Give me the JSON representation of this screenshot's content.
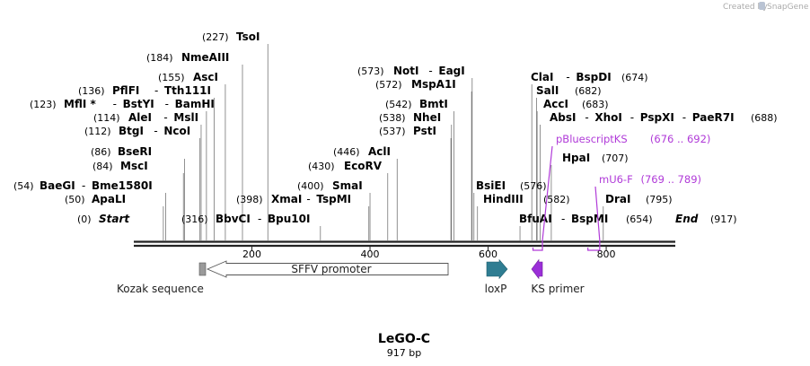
{
  "credit": {
    "text": "Created by",
    "brand": "SnapGene"
  },
  "title": "LeGO-C",
  "length": "917 bp",
  "seq_length": 917,
  "colors": {
    "primer": "#b03ad8",
    "loxp": "#2f7d92",
    "ks_primer": "#9b2fd8",
    "kozak": "#9a9a9a",
    "backbone": "#222222"
  },
  "ticks": [
    "200",
    "400",
    "600",
    "800"
  ],
  "tick_positions": [
    200,
    400,
    600,
    800
  ],
  "sites": [
    {
      "id": "start",
      "pos": 0,
      "num": "(0)",
      "names": [
        "Start"
      ],
      "italic": true
    },
    {
      "id": "apali",
      "pos": 50,
      "num": "(50)",
      "names": [
        "ApaLI"
      ]
    },
    {
      "id": "baegi",
      "pos": 54,
      "num": "(54)",
      "names": [
        "BaeGI",
        "Bme1580I"
      ]
    },
    {
      "id": "msci",
      "pos": 84,
      "num": "(84)",
      "names": [
        "MscI"
      ]
    },
    {
      "id": "bseri",
      "pos": 86,
      "num": "(86)",
      "names": [
        "BseRI"
      ]
    },
    {
      "id": "btgi",
      "pos": 112,
      "num": "(112)",
      "names": [
        "BtgI",
        "NcoI"
      ]
    },
    {
      "id": "alei",
      "pos": 114,
      "num": "(114)",
      "names": [
        "AleI",
        "MslI"
      ]
    },
    {
      "id": "mfli",
      "pos": 123,
      "num": "(123)",
      "names": [
        "MflI *",
        "BstYI",
        "BamHI"
      ]
    },
    {
      "id": "pflfi",
      "pos": 136,
      "num": "(136)",
      "names": [
        "PflFI",
        "Tth111I"
      ]
    },
    {
      "id": "asci",
      "pos": 155,
      "num": "(155)",
      "names": [
        "AscI"
      ]
    },
    {
      "id": "nmeaiii",
      "pos": 184,
      "num": "(184)",
      "names": [
        "NmeAIII"
      ]
    },
    {
      "id": "tsoi",
      "pos": 227,
      "num": "(227)",
      "names": [
        "TsoI"
      ]
    },
    {
      "id": "bbvci",
      "pos": 316,
      "num": "(316)",
      "names": [
        "BbvCI",
        "Bpu10I"
      ]
    },
    {
      "id": "xmai",
      "pos": 398,
      "num": "(398)",
      "names": [
        "XmaI",
        "TspMI"
      ]
    },
    {
      "id": "smai",
      "pos": 400,
      "num": "(400)",
      "names": [
        "SmaI"
      ]
    },
    {
      "id": "ecorv",
      "pos": 430,
      "num": "(430)",
      "names": [
        "EcoRV"
      ]
    },
    {
      "id": "acli",
      "pos": 446,
      "num": "(446)",
      "names": [
        "AclI"
      ]
    },
    {
      "id": "psti",
      "pos": 537,
      "num": "(537)",
      "names": [
        "PstI"
      ]
    },
    {
      "id": "nhei",
      "pos": 538,
      "num": "(538)",
      "names": [
        "NheI"
      ]
    },
    {
      "id": "bmti",
      "pos": 542,
      "num": "(542)",
      "names": [
        "BmtI"
      ]
    },
    {
      "id": "mspa1i",
      "pos": 572,
      "num": "(572)",
      "names": [
        "MspA1I"
      ]
    },
    {
      "id": "noti",
      "pos": 573,
      "num": "(573)",
      "names": [
        "NotI",
        "EagI"
      ]
    },
    {
      "id": "bsiei",
      "pos": 576,
      "num": "(576)",
      "names": [
        "BsiEI"
      ]
    },
    {
      "id": "hindiii",
      "pos": 582,
      "num": "(582)",
      "names": [
        "HindIII"
      ]
    },
    {
      "id": "bfuai",
      "pos": 654,
      "num": "(654)",
      "names": [
        "BfuAI",
        "BspMI"
      ]
    },
    {
      "id": "clai",
      "pos": 674,
      "num": "(674)",
      "names": [
        "ClaI",
        "BspDI"
      ]
    },
    {
      "id": "sali",
      "pos": 682,
      "num": "(682)",
      "names": [
        "SalI"
      ]
    },
    {
      "id": "acci",
      "pos": 683,
      "num": "(683)",
      "names": [
        "AccI"
      ]
    },
    {
      "id": "absi",
      "pos": 688,
      "num": "(688)",
      "names": [
        "AbsI",
        "XhoI",
        "PspXI",
        "PaeR7I"
      ]
    },
    {
      "id": "hpai",
      "pos": 707,
      "num": "(707)",
      "names": [
        "HpaI"
      ]
    },
    {
      "id": "drai",
      "pos": 795,
      "num": "(795)",
      "names": [
        "DraI"
      ]
    },
    {
      "id": "end",
      "pos": 917,
      "num": "(917)",
      "names": [
        "End"
      ],
      "italic": true
    }
  ],
  "primers": [
    {
      "id": "pbluescriptks",
      "name": "pBluescriptKS",
      "range": "(676 .. 692)",
      "start": 676,
      "end": 692
    },
    {
      "id": "mu6f",
      "name": "mU6-F",
      "range": "(769 .. 789)",
      "start": 769,
      "end": 789
    }
  ],
  "features": [
    {
      "id": "kozak",
      "name": "Kozak sequence",
      "start": 110,
      "end": 115,
      "direction": "none"
    },
    {
      "id": "sffv",
      "name": "SFFV promoter",
      "start": 124,
      "end": 536,
      "direction": "reverse"
    },
    {
      "id": "loxp",
      "name": "loxP",
      "start": 600,
      "end": 633,
      "direction": "forward"
    },
    {
      "id": "ks",
      "name": "KS primer",
      "start": 676,
      "end": 692,
      "direction": "reverse"
    }
  ]
}
